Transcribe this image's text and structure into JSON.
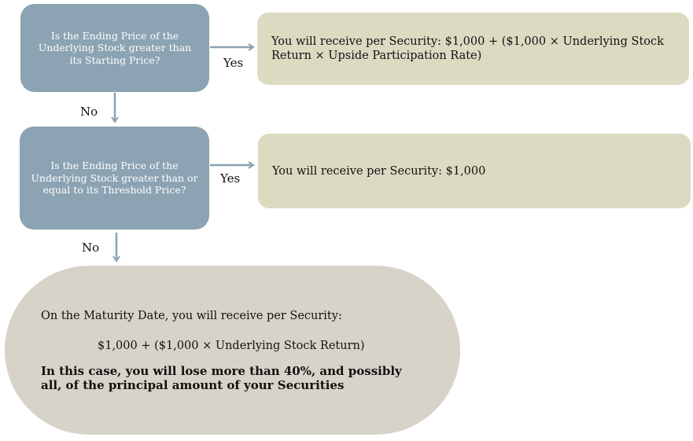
{
  "questions": [
    "Is the Ending Price of the Underlying Stock greater than its Starting Price?",
    "Is the Ending Price of the Underlying Stock greater than or equal to its Threshold Price?"
  ],
  "outcomes": [
    "You will receive per Security: $1,000 + ($1,000 × Underlying Stock Return × Upside Participation Rate)",
    "You will receive per Security: $1,000"
  ],
  "final": {
    "intro": "On the Maturity Date, you will receive per Security:",
    "formula": "$1,000 + ($1,000 × Underlying Stock Return)",
    "warning": "In this case, you will lose more than 40%, and possibly all, of the principal amount of your Securities"
  },
  "labels": {
    "yes": "Yes",
    "no": "No"
  },
  "colors": {
    "question_box": "#8ba3b2",
    "outcome_box": "#dcdbc2",
    "final_box": "#d7d3c8",
    "arrow": "#8ba3b2"
  }
}
